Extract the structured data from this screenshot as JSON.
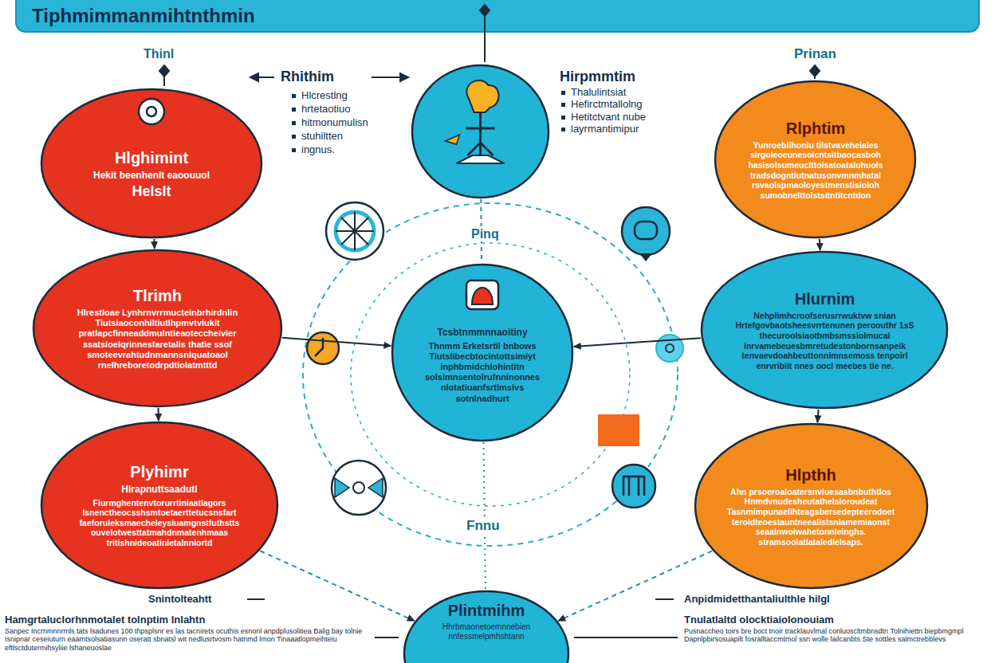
{
  "diagram": {
    "title": "Tiphmimmanmihtnthmin",
    "nodes": [
      {
        "text": [
          "Hlghimint",
          "Hekit beenhenlt eaoouuol",
          "Helslt"
        ]
      },
      {
        "text": [
          "Hirpmmtim",
          "Thalulintsiat",
          "Hefirctmtallolng",
          "Hetitctvant nube",
          "layrmantimipur"
        ]
      },
      {
        "text": [
          "Rlphtim",
          "Yunroeblihoniu tilstvaveheiales sirgoleoeunesoicntsitbaocasboh hasisolsumeuclttoisatoataluhuols tradsdogntiutnatusonvmnmhatal rsvaolspmaoloyestmenstisioloh sumobnelttolstsitntitcntdon"
        ]
      },
      {
        "text": [
          "Tlrimh",
          "Hlrestloae Lynhrnvrrmucteinbrhirdnlin Tiutsiaoconhiltiutlhpmvtviuklt pratlapcfinneaddmulntieaotecchelvier ssatsioelqrinnesfaretalis thatie ssof smoteevrahtudnmannsnlquatoaol rnelhreboretodrpdtiolatmtttd"
        ]
      },
      {
        "text": [
          "Tcsbtnmmnnaoitiny",
          "Thnmm Erketsrtil bnbows Tiutslibecbtocintottsimiyt inphbmidchlohintitn solsimnsentolrufnninonnes nlotatiuanfsrtlmsivs sotnlnadhurt"
        ]
      },
      {
        "text": [
          "Hlurnim",
          "Nehplimhcroofserusrrwuktvw snian Hrtefgovbaotsheesvrrtenunen peroouthr 1sS thecuroolsiaotbmbsmssiolmucal inrvamebeuesbmretudestonbornsanpeik tenvaevdoahbeuttonnimnsemoss tenpoirl enrvribiit nnes oocl meebes tie ne."
        ]
      },
      {
        "text": [
          "Plyhimr",
          "Hlrapnuttsaadutl",
          "Fiurmghentenvtorurrtiniaatlagors Isnenctheocsshsmtoetaerttetucsnsfart faeforuleksmaecheleysiuamgnstfuthstts ouvelotwesttatmahdnmatenhmaas tritishnideoatinietalnniortd"
        ]
      },
      {
        "text": [
          "Hlpthh",
          "Ahn prsoeroaloatersnviuesasbnbuthtlos Hnmdvnudesheutathelsioroudeat Tasnmimpunaelihteagsbersedepteerodoet teroldteoestauntneealistsnlamemiaonst seaalnwoiwahetonnleinghs. stramsoolatlataledlelsaps."
        ]
      },
      {
        "text": [
          "Plintmihm",
          "Hhrbmaonetoemnnebien nnfessmelpmhshtann"
        ]
      }
    ],
    "edges": [
      {
        "from": 0,
        "to": 3,
        "arrow": "to"
      },
      {
        "from": 3,
        "to": 6,
        "arrow": "to"
      },
      {
        "from": 2,
        "to": 5,
        "arrow": "to"
      },
      {
        "from": 5,
        "to": 7,
        "arrow": "to"
      },
      {
        "from": 3,
        "to": 4,
        "arrow": "to"
      },
      {
        "from": 5,
        "to": 4,
        "arrow": "to"
      },
      {
        "from": 1,
        "to": 4,
        "arrow": "none"
      },
      {
        "from": 4,
        "to": 8,
        "arrow": "none"
      },
      {
        "from": 6,
        "to": 8,
        "arrow": "to"
      },
      {
        "from": 7,
        "to": 8,
        "arrow": "to"
      }
    ],
    "labels": [
      "Rhithim",
      "Hlcrestlng",
      "hrtetaotiuo",
      "hitmonumulisn",
      "stuhiltten",
      "ingnus.",
      "Thinl",
      "Prinan",
      "Pinq",
      "Fnnu",
      "Snintolteahtt",
      "Anpidmidetthantaliulthle hilgl",
      "Hamgrtaluclorhnmotalet tolnptim lnlahtn",
      "Sanpec Incrnmnnrmls tats lsadunes 100 thpsplsnr es las tacnirets ocuthis esnonl anpdplusolitiea Balig bay tolnie Isnipnar ceseiuturn eaamtsolsatiasunn oseratt sbnatsl wit nedlusrtvosm hatnmd lmon Tinaaatlopmeihteiu eftlsctdutermihsyliie lshaneuoslae",
      "Tnulatlaltd olocktiaiolonouiam",
      "Pusnaccheo toirs bre boct tnoir tracklauvlmal conluoscltmbnsdtn Tolnihiettn biepbmgmpl Dapnlpbirsosuapilt fosralltaccmtmol ssn wolle lailcanbts Ste sottles salmctrebblevs"
    ]
  }
}
